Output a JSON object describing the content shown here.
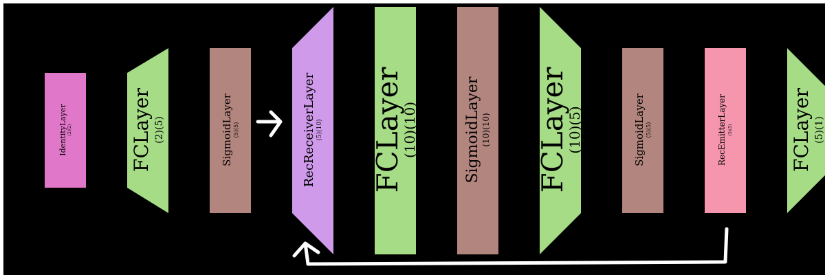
{
  "diagram": {
    "background": "#000000",
    "layers": [
      {
        "id": "identity",
        "name": "IdentityLayer",
        "dims": "(2)(2)",
        "color": "#e177c8",
        "shape": "rect"
      },
      {
        "id": "fc1",
        "name": "FCLayer",
        "dims": "(2)(5)",
        "color": "#a6dc86",
        "shape": "trapezoid-expand"
      },
      {
        "id": "sig1",
        "name": "SigmoidLayer",
        "dims": "(5)(5)",
        "color": "#b2857e",
        "shape": "rect"
      },
      {
        "id": "recrecv",
        "name": "RecReceiverLayer",
        "dims": "(5)(10)",
        "color": "#cf9aea",
        "shape": "trapezoid-expand"
      },
      {
        "id": "fc2",
        "name": "FCLayer",
        "dims": "(10)(10)",
        "color": "#a6dc86",
        "shape": "rect"
      },
      {
        "id": "sig2",
        "name": "SigmoidLayer",
        "dims": "(10)(10)",
        "color": "#b2857e",
        "shape": "rect"
      },
      {
        "id": "fc3",
        "name": "FCLayer",
        "dims": "(10)(5)",
        "color": "#a6dc86",
        "shape": "trapezoid-contract"
      },
      {
        "id": "sig3",
        "name": "SigmoidLayer",
        "dims": "(5)(5)",
        "color": "#b2857e",
        "shape": "rect"
      },
      {
        "id": "recemit",
        "name": "RecEmitterLayer",
        "dims": "(5)(5)",
        "color": "#f595ae",
        "shape": "rect"
      },
      {
        "id": "fc4",
        "name": "FCLayer",
        "dims": "(5)(1)",
        "color": "#a6dc86",
        "shape": "trapezoid-contract"
      }
    ],
    "arrow_color": "#ffffff",
    "recurrent_link": {
      "from": "RecEmitterLayer",
      "to": "RecReceiverLayer"
    }
  }
}
